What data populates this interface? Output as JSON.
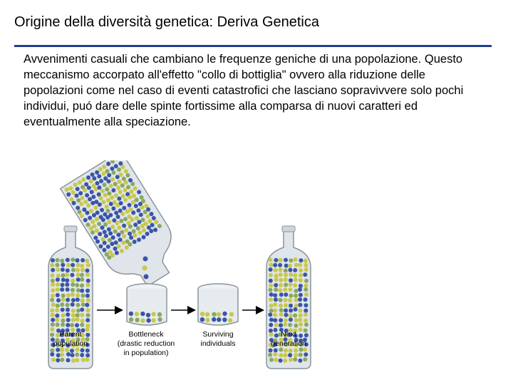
{
  "title": "Origine della diversità genetica: Deriva Genetica",
  "paragraph": "Avvenimenti casuali che cambiano le frequenze geniche di una popolazione. Questo meccanismo accorpato all'effetto \"collo di bottiglia\" ovvero alla riduzione delle popolazioni come nel caso di eventi catastrofici che lasciano sopravivvere solo pochi individui, puó dare delle spinte fortissime alla comparsa di nuovi caratteri ed eventualmente alla speciazione.",
  "figure": {
    "labels": {
      "parent": [
        "Parent",
        "population"
      ],
      "bottleneck": [
        "Bottleneck",
        "(drastic reduction",
        "in population)"
      ],
      "surviving": [
        "Surviving",
        "individuals"
      ],
      "next": [
        "Next",
        "generation"
      ]
    },
    "colors": {
      "blue": "#3a55a8",
      "yellow": "#c8c84a",
      "green": "#8aa860",
      "glass": "#d6dde3"
    }
  }
}
